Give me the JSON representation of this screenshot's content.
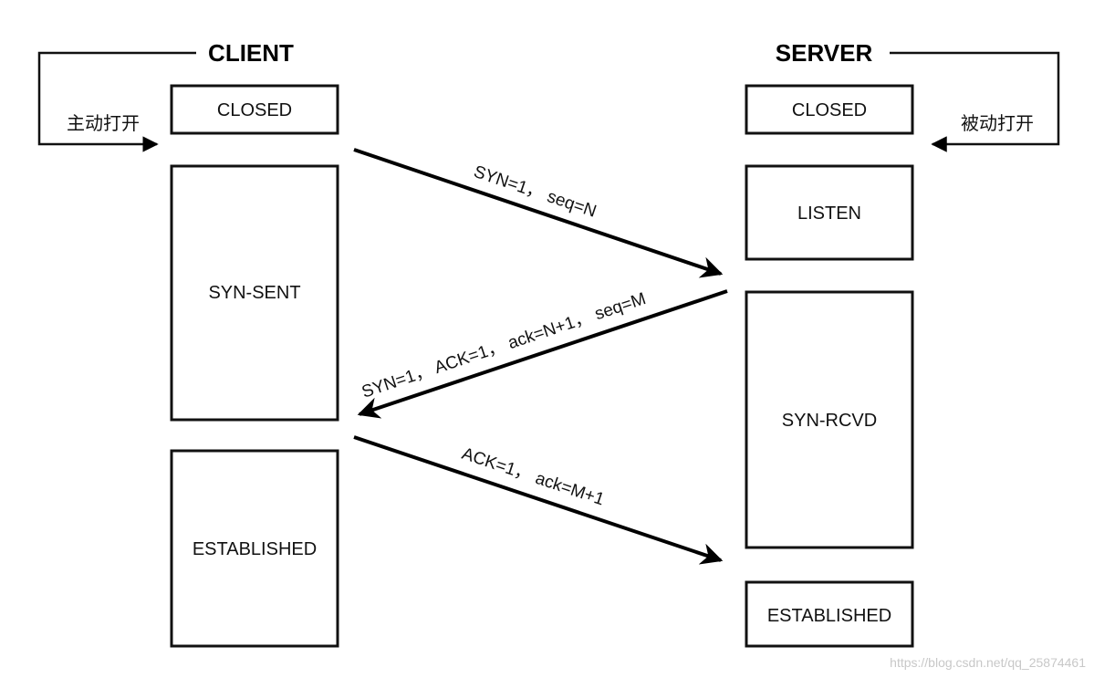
{
  "client": {
    "title": "CLIENT",
    "open_label": "主动打开"
  },
  "server": {
    "title": "SERVER",
    "open_label": "被动打开"
  },
  "client_states": [
    "CLOSED",
    "SYN-SENT",
    "ESTABLISHED"
  ],
  "server_states": [
    "CLOSED",
    "LISTEN",
    "SYN-RCVD",
    "ESTABLISHED"
  ],
  "messages": [
    {
      "label": "SYN=1， seq=N",
      "direction": "client-to-server"
    },
    {
      "label": "SYN=1， ACK=1， ack=N+1， seq=M",
      "direction": "server-to-client"
    },
    {
      "label": "ACK=1， ack=M+1",
      "direction": "client-to-server"
    }
  ],
  "watermark": "https://blog.csdn.net/qq_25874461"
}
